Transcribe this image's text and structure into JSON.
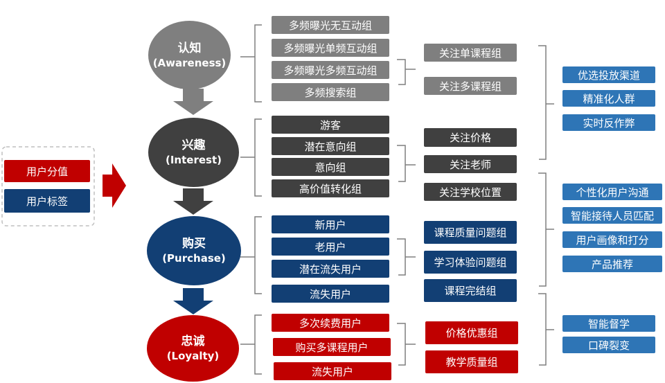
{
  "left_panel": {
    "value_label": "用户分值",
    "tag_label": "用户标签"
  },
  "stages": [
    {
      "zh": "认知",
      "en": "(Awareness)"
    },
    {
      "zh": "兴趣",
      "en": "(Interest)"
    },
    {
      "zh": "购买",
      "en": "(Purchase)"
    },
    {
      "zh": "忠诚",
      "en": "(Loyalty)"
    }
  ],
  "groups": {
    "awareness": [
      "多频曝光无互动组",
      "多频曝光单频互动组",
      "多频曝光多频互动组",
      "多频搜索组"
    ],
    "interest": [
      "游客",
      "潜在意向组",
      "意向组",
      "高价值转化组"
    ],
    "purchase": [
      "新用户",
      "老用户",
      "潜在流失用户",
      "流失用户"
    ],
    "loyalty": [
      "多次续费用户",
      "购买多课程用户",
      "流失用户"
    ]
  },
  "focus": {
    "awareness": [
      "关注单课程组",
      "关注多课程组"
    ],
    "interest": [
      "关注价格",
      "关注老师",
      "关注学校位置"
    ],
    "purchase": [
      "课程质量问题组",
      "学习体验问题组",
      "课程完结组"
    ],
    "loyalty": [
      "价格优惠组",
      "教学质量组"
    ]
  },
  "actions": {
    "set1": [
      "优选投放渠道",
      "精准化人群",
      "实时反作弊"
    ],
    "set2": [
      "个性化用户沟通",
      "智能接待人员匹配",
      "用户画像和打分",
      "产品推荐"
    ],
    "set3": [
      "智能督学",
      "口碑裂变"
    ]
  },
  "colors": {
    "gray_light": "#7f7f7f",
    "gray_dark": "#404040",
    "navy": "#123f74",
    "red": "#c00000",
    "teal": "#2e75b6"
  }
}
